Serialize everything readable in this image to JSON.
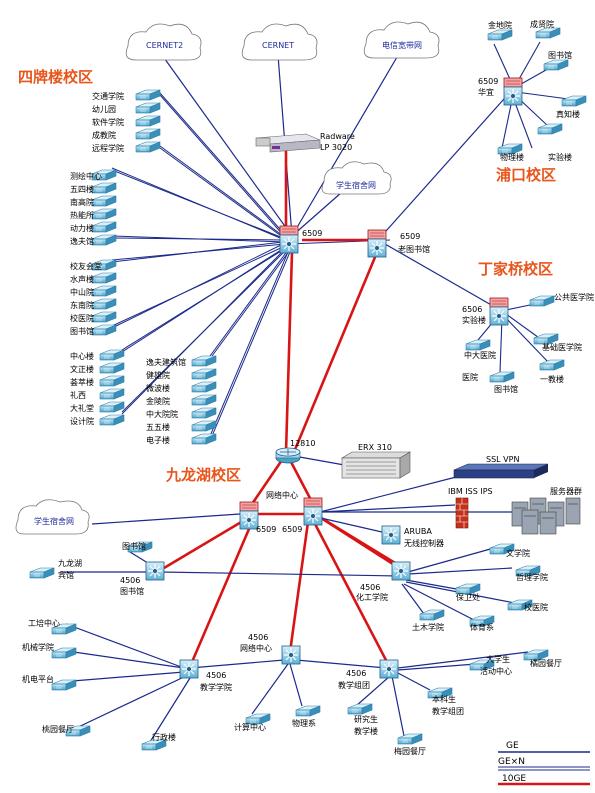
{
  "campuses": {
    "sipailou": "四牌楼校区",
    "pukou": "浦口校区",
    "dingjiaqiao": "丁家桥校区",
    "jiulonghu": "九龙湖校区"
  },
  "clouds": {
    "cernet2": "CERNET2",
    "cernet": "CERNET",
    "telecom": "电信宽带网",
    "dorm_north": "学生宿舍网",
    "dorm_south": "学生宿舍网"
  },
  "devices": {
    "radware_1": "Radware",
    "radware_2": "LP 3020",
    "core_sipailou": "6509",
    "core_library_1": "6509",
    "core_library_2": "老图书馆",
    "pukou_core_1": "6509",
    "pukou_core_2": "华宜",
    "dingjia_core_1": "6506",
    "dingjia_core_2": "实验楼",
    "router_12810": "12810",
    "erx": "ERX 310",
    "ssl_vpn": "SSL VPN",
    "ibm_ips": "IBM ISS IPS",
    "server_cluster": "服务器群",
    "netcenter": "网络中心",
    "core_jl_left": "6509",
    "core_jl_right": "6509",
    "aruba_1": "ARUBA",
    "aruba_2": "无线控制器"
  },
  "sipailou_groups": {
    "g1": [
      "交通学院",
      "幼儿园",
      "软件学院",
      "成教院",
      "远程学院"
    ],
    "g2": [
      "测绘中心",
      "五四楼",
      "南高院",
      "热能所",
      "动力楼",
      "逸夫馆"
    ],
    "g3": [
      "校友会堂",
      "水声楼",
      "中山院",
      "东南院",
      "校医院",
      "图书馆"
    ],
    "g4": [
      "中心楼",
      "文正楼",
      "荟萃楼",
      "礼西",
      "大礼堂",
      "设计院"
    ],
    "g5": [
      "逸夫建筑馆",
      "健雄院",
      "微波楼",
      "金陵院",
      "中大院院",
      "五五楼",
      "电子楼"
    ]
  },
  "pukou_nodes": [
    "金地院",
    "成贤院",
    "图书馆",
    "真知楼",
    "实验楼",
    "物理楼"
  ],
  "dingjia_nodes": [
    "公共医学院",
    "基础医学院",
    "一教楼",
    "图书馆",
    "中大医院"
  ],
  "jl_nodes": {
    "lib_1": "4506",
    "lib_2": "图书馆",
    "lib_top": "图书馆",
    "chem_1": "4506",
    "chem_2": "化工学院",
    "jiulong": [
      "九龙湖",
      "宾馆"
    ],
    "wenxue": "文学院",
    "zhexue": "哲理学院",
    "baowei": "保卫处",
    "yiyuan": "校医院",
    "tumu": "土木学院",
    "tiyu": "体育系",
    "gongxun": "工培中心",
    "jixie": "机械学院",
    "jidian": "机电平台",
    "taoyuan": "桃园餐厅",
    "edu_1": "4506",
    "edu_2": "教学学院",
    "xingzheng": "行政楼",
    "net2_1": "4506",
    "net2_2": "网络中心",
    "jisuan": "计算中心",
    "wuli": "物理系",
    "jt_1": "4506",
    "jt_2": "教学组团",
    "yanjiusheng": [
      "研究生",
      "教学楼"
    ],
    "benke": [
      "本科生",
      "教学组团"
    ],
    "meiyuan": "梅园餐厅",
    "daxuesheng": [
      "大学生",
      "活动中心"
    ],
    "juyuan": "橘园餐厅"
  },
  "legend": [
    "GE",
    "GE×N",
    "10GE"
  ],
  "colors": {
    "ge": "#1b2a8c",
    "gen": "#1b2a8c",
    "tenge": "#d91414",
    "cloud_text": "#1f2a9a",
    "campus_text": "#e8561c"
  }
}
